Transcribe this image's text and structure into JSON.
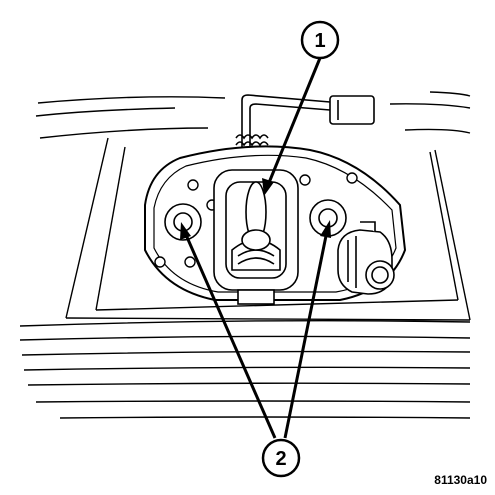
{
  "callouts": [
    {
      "id": "callout-1",
      "label": "1"
    },
    {
      "id": "callout-2",
      "label": "2"
    }
  ],
  "figure_id": "81130a10"
}
